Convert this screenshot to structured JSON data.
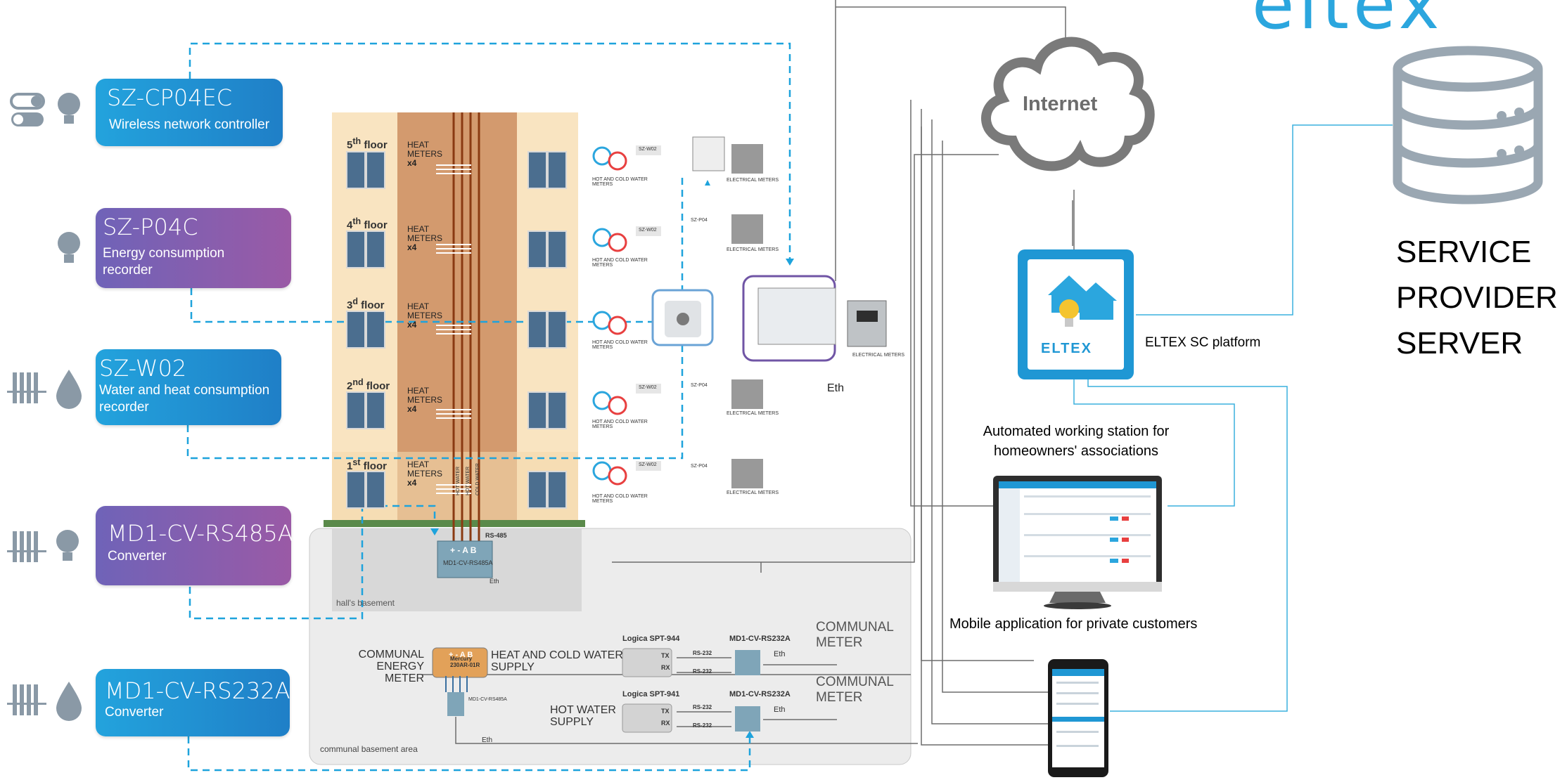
{
  "logo": {
    "text": "eltex",
    "color": "#2ba6de"
  },
  "devices": [
    {
      "title": "SZ-CP04EC",
      "subtitle": [
        "Wireless network controller"
      ],
      "icons": [
        "toggle-switch-icon",
        "lightbulb-icon"
      ]
    },
    {
      "title": "SZ-P04C",
      "subtitle": [
        "Energy consumption",
        "recorder"
      ],
      "icons": [
        "lightbulb-icon"
      ]
    },
    {
      "title": "SZ-W02",
      "subtitle": [
        "Water and heat consumption",
        "recorder"
      ],
      "icons": [
        "radiator-icon",
        "water-drop-icon"
      ]
    },
    {
      "title": "MD1-CV-RS485A",
      "subtitle": [
        "Converter"
      ],
      "icons": [
        "radiator-wireless-icon",
        "lightbulb-icon"
      ]
    },
    {
      "title": "MD1-CV-RS232A",
      "subtitle": [
        "Converter"
      ],
      "icons": [
        "radiator-wireless-icon",
        "water-drop-icon"
      ]
    }
  ],
  "building": {
    "floors": [
      {
        "num": "5",
        "sup": "th",
        "word": "floor"
      },
      {
        "num": "4",
        "sup": "th",
        "word": "floor"
      },
      {
        "num": "3",
        "sup": "d",
        "word": "floor"
      },
      {
        "num": "2",
        "sup": "nd",
        "word": "floor"
      },
      {
        "num": "1",
        "sup": "st",
        "word": "floor"
      }
    ],
    "heat_meters": [
      "HEAT",
      "METERS"
    ],
    "x4": "x4",
    "rs485": "RS-485",
    "terminals": "+ - A B",
    "converter": "MD1-CV-RS485A",
    "eth": "Eth",
    "basement": "hall's basement",
    "pipe_labels": [
      "HOT WATER",
      "HOT WATER",
      "COLD WATER"
    ]
  },
  "floor_devices": {
    "water_meters": [
      "HOT AND COLD WATER",
      "METERS"
    ],
    "electrical_meters": "ELECTRICAL METERS",
    "sz_w02": "SZ-W02",
    "sz_p04": "SZ-P04"
  },
  "center": {
    "eth": "Eth",
    "electrical_meters": "ELECTRICAL METERS"
  },
  "internet": "Internet",
  "platform": {
    "label": "ELTEX SC platform",
    "logo_text": "ELTEX"
  },
  "server": {
    "lines": [
      "SERVICE",
      "PROVIDER",
      "SERVER"
    ]
  },
  "workstation": {
    "lines": [
      "Automated working station for",
      "homeowners' associations"
    ]
  },
  "mobile": {
    "label": "Mobile application for private customers"
  },
  "communal": {
    "area_label": "communal basement area",
    "energy_meter": [
      "COMMUNAL",
      "ENERGY METER"
    ],
    "mercury": [
      "Mercury",
      "230AR-01R"
    ],
    "terminals": "+ - A B",
    "converter_small": "MD1-CV-RS485A",
    "heat_cold": [
      "HEAT AND COLD WATER",
      "SUPPLY"
    ],
    "hot_water": [
      "HOT WATER",
      "SUPPLY"
    ],
    "logica1": "Logica SPT-944",
    "logica2": "Logica SPT-941",
    "tx": "TX",
    "rx": "RX",
    "rs232": "RS-232",
    "md_rs232": "MD1-CV-RS232A",
    "eth": "Eth",
    "communal_meter": [
      "COMMUNAL",
      "METER"
    ]
  },
  "colors": {
    "dashed": "#1ea3dc",
    "solid_line": "#3ab0de",
    "gray_line": "#6d6d6d",
    "building_center": "#d39a6e",
    "building_side": "#f9e4c1",
    "basement": "#d8d8d8",
    "communal_area": "#ececec"
  }
}
